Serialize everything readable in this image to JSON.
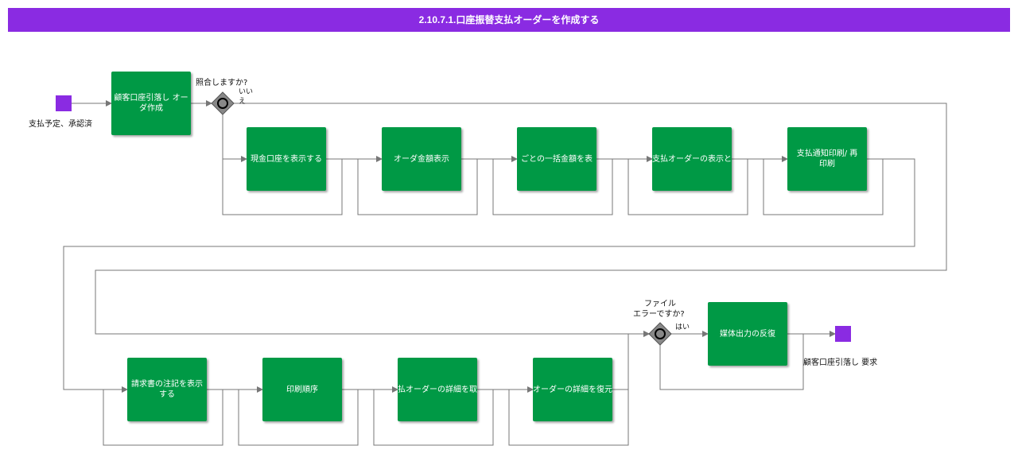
{
  "title": "2.10.7.1.口座振替支払オーダーを作成する",
  "colors": {
    "title_bg": "#8a2be2",
    "task": "#009944",
    "event": "#8a2be2",
    "line": "#777777",
    "gateway": "#888888"
  },
  "start_event": {
    "label": "支払予定、承認済"
  },
  "end_event": {
    "label": "顧客口座引落し 要求"
  },
  "tasks": {
    "t1": "顧客口座引落し オーダ作成",
    "t2": "現金口座を表示する",
    "t3": "オーダ金額表示",
    "t4": "ごとの一括金額を表",
    "t5": "支払オーダーの表示と",
    "t6": "支払通知印刷/ 再印刷",
    "t7": "請求書の注記を表示する",
    "t8": "印刷順序",
    "t9": "払オーダーの詳細を取",
    "t10": "オーダーの詳細を復元",
    "t11": "媒体出力の反復"
  },
  "gateways": {
    "g1": {
      "question": "照合しますか?",
      "no_label": "いい え"
    },
    "g2": {
      "question_line1": "ファイル",
      "question_line2": "エラーですか?",
      "yes_label": "はい"
    }
  }
}
